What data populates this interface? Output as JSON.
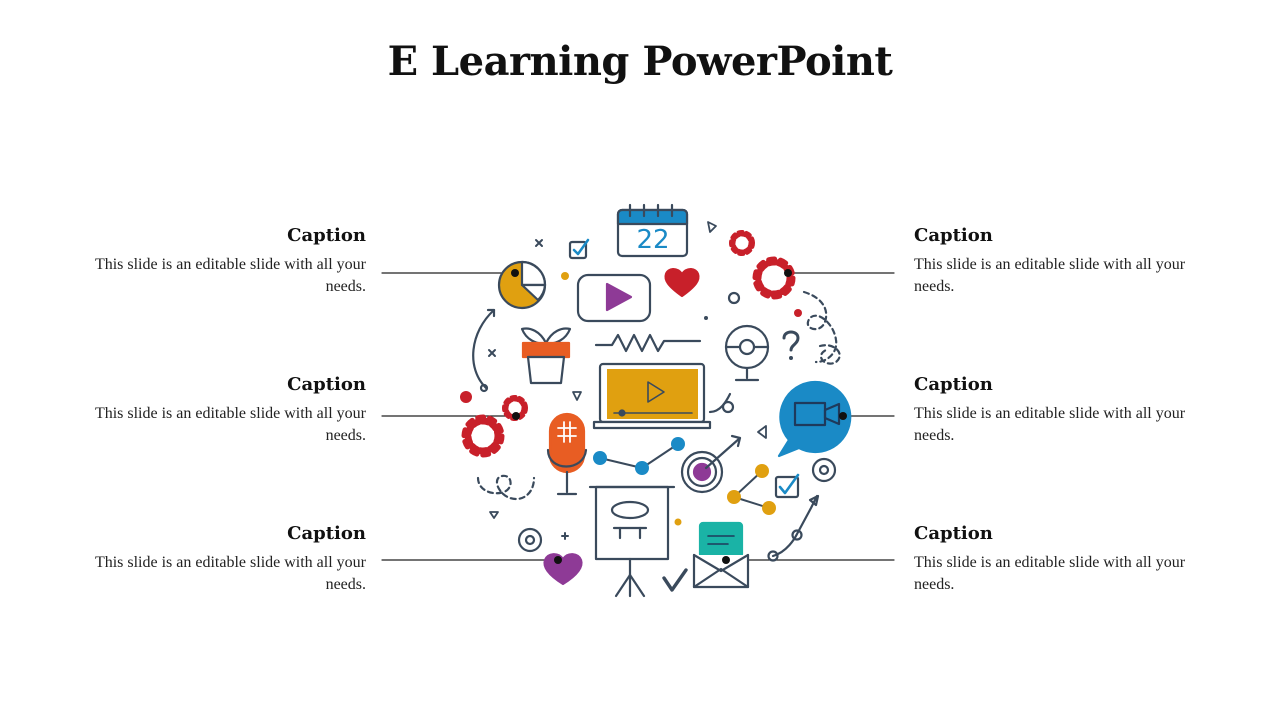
{
  "slide": {
    "title": "E Learning PowerPoint"
  },
  "captions": [
    {
      "side": "left",
      "heading": "Caption",
      "body": "This slide is an editable slide with all your needs."
    },
    {
      "side": "left",
      "heading": "Caption",
      "body": "This slide is an editable slide with all your needs."
    },
    {
      "side": "left",
      "heading": "Caption",
      "body": "This slide is an editable slide with all your needs."
    },
    {
      "side": "right",
      "heading": "Caption",
      "body": "This slide is an editable slide with all your needs."
    },
    {
      "side": "right",
      "heading": "Caption",
      "body": "This slide is an editable slide with all your needs."
    },
    {
      "side": "right",
      "heading": "Caption",
      "body": "This slide is an editable slide with all your needs."
    }
  ],
  "illustration": {
    "calendar_day": "22",
    "colors": {
      "outline": "#3a4a5c",
      "blue": "#1a8ac6",
      "red": "#c8202a",
      "orange": "#e85d23",
      "yellow": "#e0a010",
      "purple": "#8e3a96",
      "teal": "#1ab3a6"
    },
    "icons": [
      "calendar-icon",
      "gear-icon",
      "pie-chart-icon",
      "video-play-icon",
      "heart-icon",
      "laptop-icon",
      "webcam-icon",
      "plant-icon",
      "microphone-icon",
      "chat-video-icon",
      "network-icon",
      "target-icon",
      "whiteboard-icon",
      "envelope-icon",
      "checkbox-icon",
      "at-sign-icon",
      "question-icon"
    ]
  }
}
